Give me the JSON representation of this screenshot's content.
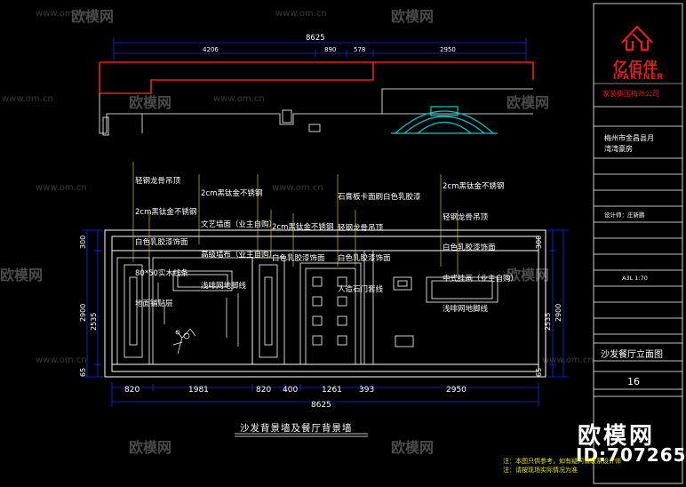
{
  "watermark": {
    "text": "欧模网",
    "url": "www.om.cn",
    "big_brand": "欧模网",
    "big_id": "ID:707265"
  },
  "plan_dims": {
    "total": "8625",
    "segments": [
      "4206",
      "890",
      "578",
      "2950"
    ]
  },
  "notes": {
    "group1": [
      "轻钢龙骨吊顶",
      "2cm黑钛金不锈钢",
      "白色乳胶漆饰面",
      "80*50实木线条",
      "地面铺贴层"
    ],
    "group2": [
      "2cm黑钛金不锈钢",
      "文艺墙面（业主自购）",
      "高级墙布（业主自购）",
      "浅啡网地脚线"
    ],
    "group3": [
      "2cm黑钛金不锈钢",
      "白色乳胶漆饰面"
    ],
    "group4": [
      "石膏板卡面刷白色乳胶漆",
      "轻钢龙骨吊顶",
      "白色乳胶漆饰面",
      "人造石门套线"
    ],
    "group5": [
      "2cm黑钛金不锈钢",
      "轻钢龙骨吊顶",
      "白色乳胶漆饰面",
      "中式挂画（业主自购）",
      "浅啡网地脚线"
    ]
  },
  "elev_dims": {
    "bottom": [
      "820",
      "1981",
      "820",
      "400",
      "1261",
      "393",
      "2950"
    ],
    "total": "8625",
    "left_vertical": [
      "300",
      "2535",
      "2900",
      "65"
    ],
    "right_vertical": [
      "300",
      "2535",
      "2900",
      "65"
    ]
  },
  "caption": "沙发背景墙及餐厅背景墙",
  "title_block": {
    "logo_cn": "亿佰伴",
    "logo_en": "IPARTNER",
    "company": "家装集团梅州公司",
    "project": "梅州市金昌县月",
    "project2": "湾湾豪房",
    "designer": "设计师：庄新鹏",
    "scale": "A3L  1:70",
    "drawing_name": "沙发餐厅立面图",
    "sheet_no": "16"
  },
  "footer_notes": [
    "注：本图只供参考，如有疑问请联系设计师",
    "注：请按现场实际情况为准"
  ],
  "colors": {
    "bg": "#000000",
    "line_white": "#ffffff",
    "line_red": "#e0201f",
    "line_cyan": "#00cccc",
    "line_blue": "#2222ff",
    "line_yellow": "#e8e800"
  }
}
